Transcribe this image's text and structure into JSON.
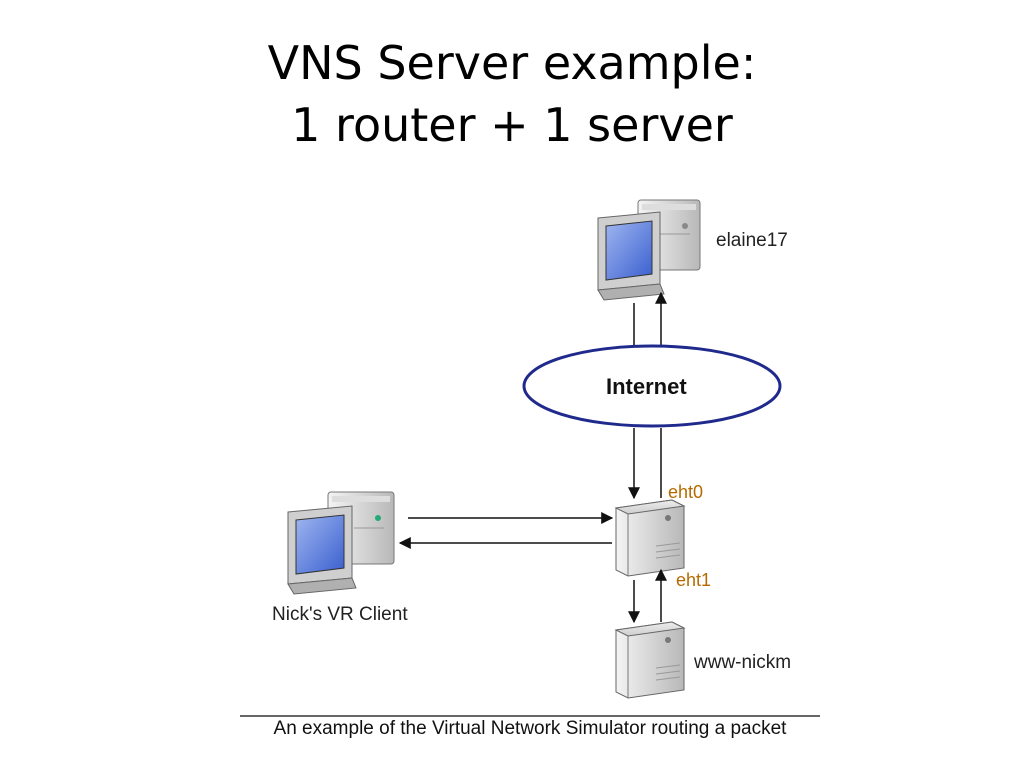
{
  "title": {
    "line1": "VNS Server example:",
    "line2": "1 router + 1 server"
  },
  "diagram": {
    "nodes": {
      "elaine": {
        "label": "elaine17",
        "icon": "desktop-computer-icon"
      },
      "internet": {
        "label": "Internet",
        "icon": "cloud-ellipse"
      },
      "router": {
        "label": "",
        "icon": "server-tower-icon"
      },
      "client": {
        "label": "Nick's VR Client",
        "icon": "desktop-computer-icon"
      },
      "webserver": {
        "label": "www-nickm",
        "icon": "server-tower-icon"
      }
    },
    "interfaces": {
      "eth0": "eht0",
      "eth1": "eht1"
    },
    "caption": "An example of the Virtual Network Simulator routing a packet",
    "colors": {
      "ellipse_stroke": "#1f2a8c",
      "interface_label": "#b56a00",
      "screen": "#3a5fcf"
    }
  }
}
